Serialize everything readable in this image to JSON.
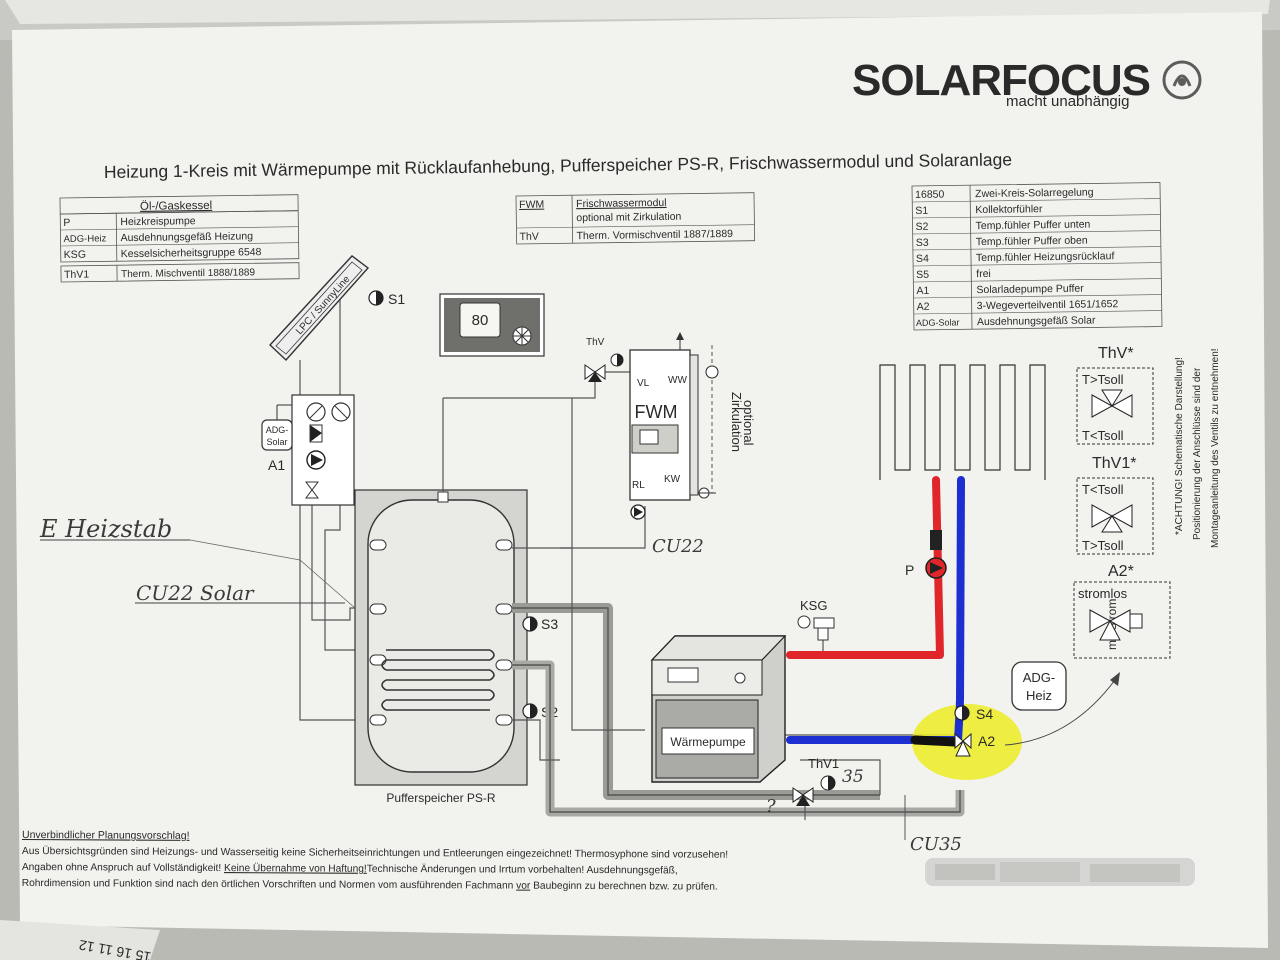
{
  "brand": {
    "name": "SOLARFOCUS",
    "tagline": "macht unabhängig"
  },
  "title": "Heizung 1-Kreis mit Wärmepumpe mit Rücklaufanhebung, Pufferspeicher PS-R, Frischwassermodul und Solaranlage",
  "legend_left": {
    "heading": "Öl-/Gaskessel",
    "rows": [
      {
        "code": "P",
        "desc": "Heizkreispumpe"
      },
      {
        "code": "ADG-Heiz",
        "desc": "Ausdehnungsgefäß Heizung"
      },
      {
        "code": "KSG",
        "desc": "Kesselsicherheitsgruppe 6548"
      },
      {
        "code": "ThV1",
        "desc": "Therm. Mischventil 1888/1889"
      }
    ]
  },
  "legend_mid": {
    "rows": [
      {
        "code": "FWM",
        "desc": "Frischwassermodul"
      },
      {
        "code": "",
        "desc": "optional mit Zirkulation"
      },
      {
        "code": "ThV",
        "desc": "Therm. Vormischventil 1887/1889"
      }
    ]
  },
  "legend_right": {
    "rows": [
      {
        "code": "16850",
        "desc": "Zwei-Kreis-Solarregelung"
      },
      {
        "code": "S1",
        "desc": "Kollektorfühler"
      },
      {
        "code": "S2",
        "desc": "Temp.fühler Puffer unten"
      },
      {
        "code": "S3",
        "desc": "Temp.fühler Puffer oben"
      },
      {
        "code": "S4",
        "desc": "Temp.fühler Heizungsrücklauf"
      },
      {
        "code": "S5",
        "desc": "frei"
      },
      {
        "code": "A1",
        "desc": "Solarladepumpe Puffer"
      },
      {
        "code": "A2",
        "desc": "3-Wegeverteilventil 1651/1652"
      },
      {
        "code": "ADG-Solar",
        "desc": "Ausdehnungsgefäß Solar"
      }
    ]
  },
  "labels": {
    "collector": "LPC / SunnyLine",
    "s1": "S1",
    "s2": "S2",
    "s3": "S3",
    "s4": "S4",
    "a1": "A1",
    "a2": "A2",
    "adg_solar_line1": "ADG-",
    "adg_solar_line2": "Solar",
    "controller_display": "80",
    "fwm": "FWM",
    "fwm_vl": "VL",
    "fwm_ww": "WW",
    "fwm_rl": "RL",
    "fwm_kw": "KW",
    "thv": "ThV",
    "zirkulation_line1": "Zirkulation",
    "zirkulation_line2": "optional",
    "buffer_caption": "Pufferspeicher PS-R",
    "heatpump": "Wärmepumpe",
    "ksg": "KSG",
    "p": "P",
    "thv1": "ThV1",
    "adg_heiz_line1": "ADG-",
    "adg_heiz_line2": "Heiz",
    "schematic_thv": "ThV*",
    "schematic_thv_top": "T>Tsoll",
    "schematic_thv_bottom": "T<Tsoll",
    "schematic_thv1": "ThV1*",
    "schematic_thv1_top": "T<Tsoll",
    "schematic_thv1_bottom": "T>Tsoll",
    "schematic_a2": "A2*",
    "schematic_a2_top": "stromlos",
    "schematic_a2_side": "mit Strom",
    "achtung_line1": "*ACHTUNG! Schematische Darstellung!",
    "achtung_line2": "Positionierung der Anschlüsse sind der",
    "achtung_line3": "Montageanleitung des Ventils zu entnehmen!"
  },
  "handwritten": {
    "e_heizstab": "E Heizstab",
    "cu22_solar": "CU22 Solar",
    "cu22": "CU22",
    "cu35": "CU35",
    "num35": "35",
    "question": "?"
  },
  "disclaimer": {
    "heading": "Unverbindlicher Planungsvorschlag!",
    "line1": "Aus Übersichtsgründen sind Heizungs- und Wasserseitig keine Sicherheitseinrichtungen und Entleerungen eingezeichnet! Thermosyphone sind vorzusehen!",
    "line2a": "Angaben ohne Anspruch auf Vollständigkeit!",
    "line2b": "Keine Übernahme von Haftung!",
    "line2c": "Technische Änderungen und Irrtum vorbehalten! Ausdehnungsgefäß,",
    "line3a": "Rohrdimension und Funktion sind nach den örtlichen Vorschriften und Normen vom ausführenden Fachmann",
    "line3b": "vor",
    "line3c": "Baubeginn zu berechnen bzw. zu prüfen."
  },
  "colors": {
    "supply_line": "#e0262b",
    "return_line": "#1d2fd1",
    "highlight": "#ecec2a",
    "paper": "#f2f2ee",
    "ink": "#2a2a2a"
  }
}
